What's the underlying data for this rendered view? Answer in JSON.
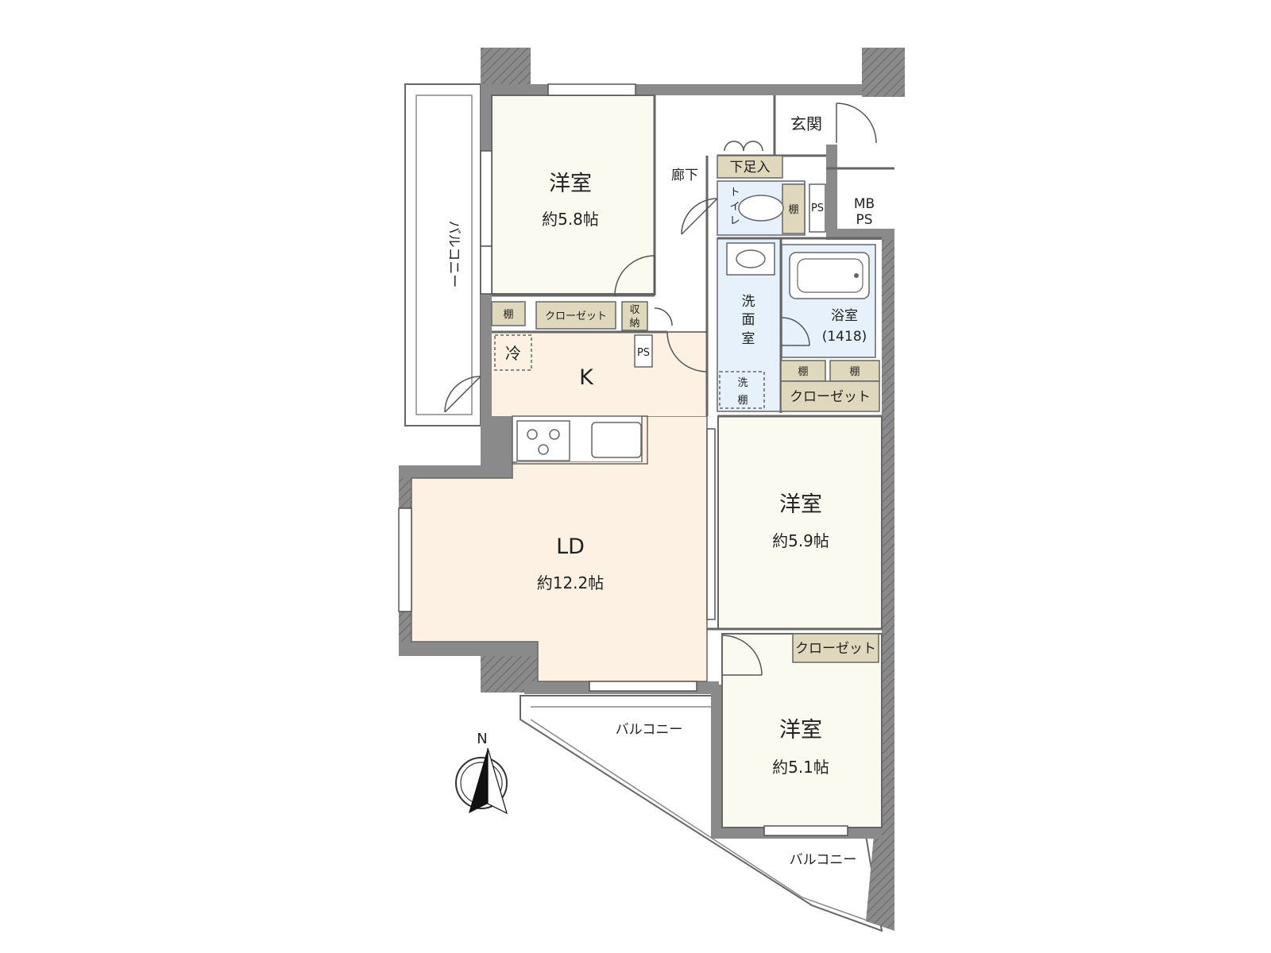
{
  "colors": {
    "wall": "#808080",
    "western_room": "#fbfaf0",
    "ldk": "#fcf1e3",
    "wet_area": "#e7f1fb",
    "storage": "#e0d8bc",
    "line": "#555555",
    "text": "#222222"
  },
  "rooms": {
    "western_1": {
      "name": "洋室",
      "size": "約5.8帖"
    },
    "western_2": {
      "name": "洋室",
      "size": "約5.9帖"
    },
    "western_3": {
      "name": "洋室",
      "size": "約5.1帖"
    },
    "ld": {
      "name": "LD",
      "size": "約12.2帖"
    },
    "kitchen": {
      "name": "K"
    },
    "bath": {
      "name": "浴室",
      "size": "(1418)"
    },
    "washroom": {
      "name": "洗\n面\n室"
    },
    "toilet": {
      "name": "トイレ"
    },
    "entrance": {
      "name": "玄関"
    },
    "hallway": {
      "name": "廊下"
    }
  },
  "storage": {
    "shoe_box": "下足入",
    "shelf": "棚",
    "closet": "クローゼット",
    "storage": "収\n納",
    "washer_shelf": "洗\n棚",
    "fridge": "冷"
  },
  "balconies": {
    "west": "バルコニー",
    "south": "バルコニー",
    "southeast": "バルコニー"
  },
  "utility": {
    "mbps": "MB\nPS",
    "ps": "PS"
  },
  "compass": {
    "north": "N"
  }
}
